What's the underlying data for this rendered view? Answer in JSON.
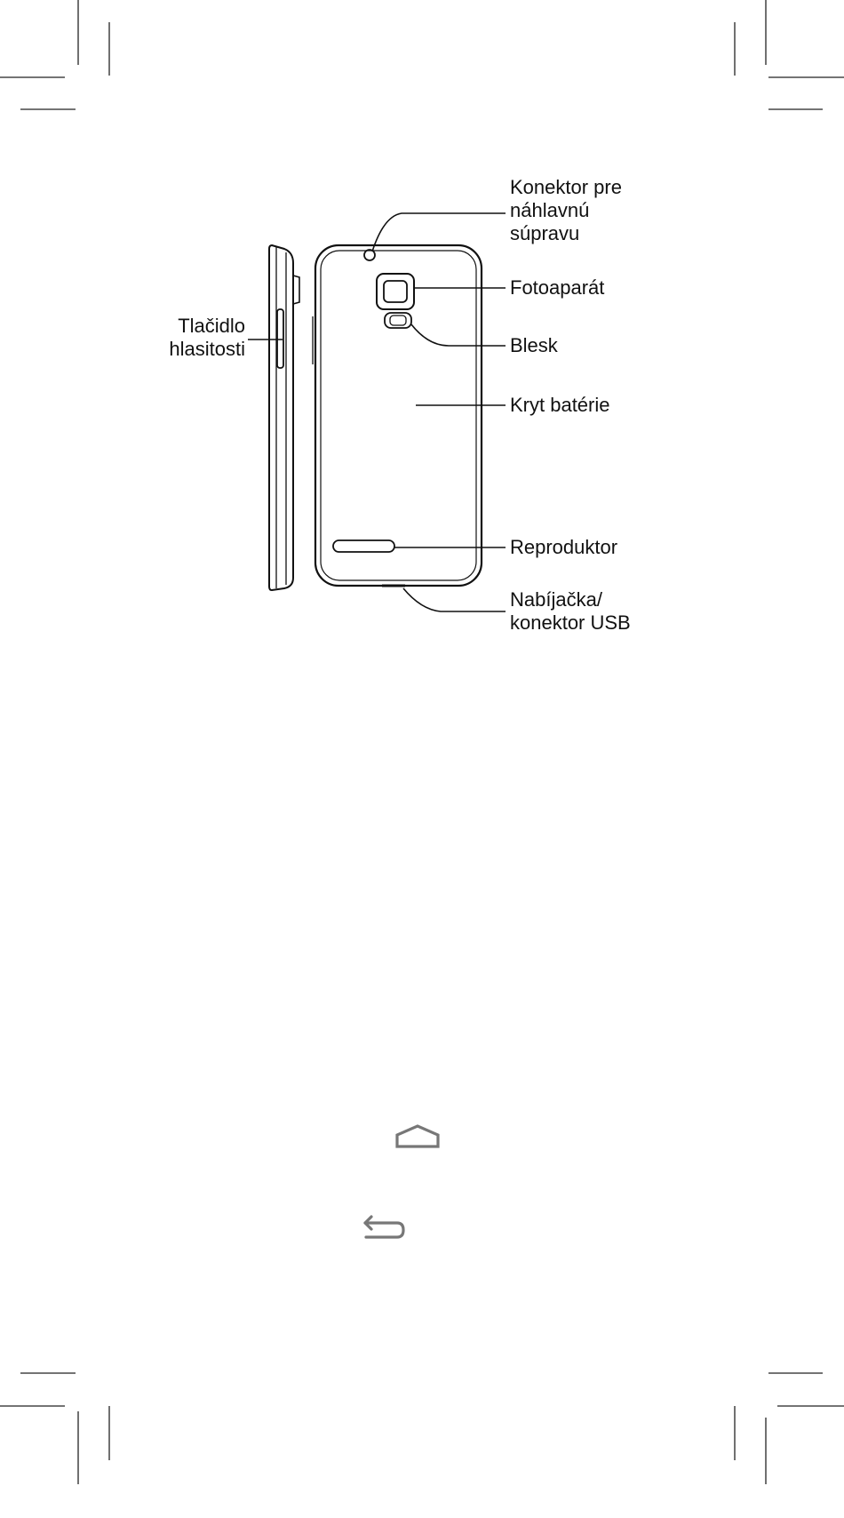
{
  "diagram": {
    "labels": {
      "headset_jack": [
        "Konektor pre",
        "náhlavnú",
        "súpravu"
      ],
      "camera": [
        "Fotoaparát"
      ],
      "flash": [
        "Blesk"
      ],
      "battery_cover": [
        "Kryt batérie"
      ],
      "speaker": [
        "Reproduktor"
      ],
      "charger_usb": [
        "Nabíjačka/",
        "konektor USB"
      ],
      "volume_button": [
        "Tlačidlo",
        "hlasitosti"
      ]
    }
  },
  "icons": {
    "home": "home-icon",
    "back": "back-icon"
  },
  "colors": {
    "line": "#111111",
    "icon": "#777777"
  }
}
